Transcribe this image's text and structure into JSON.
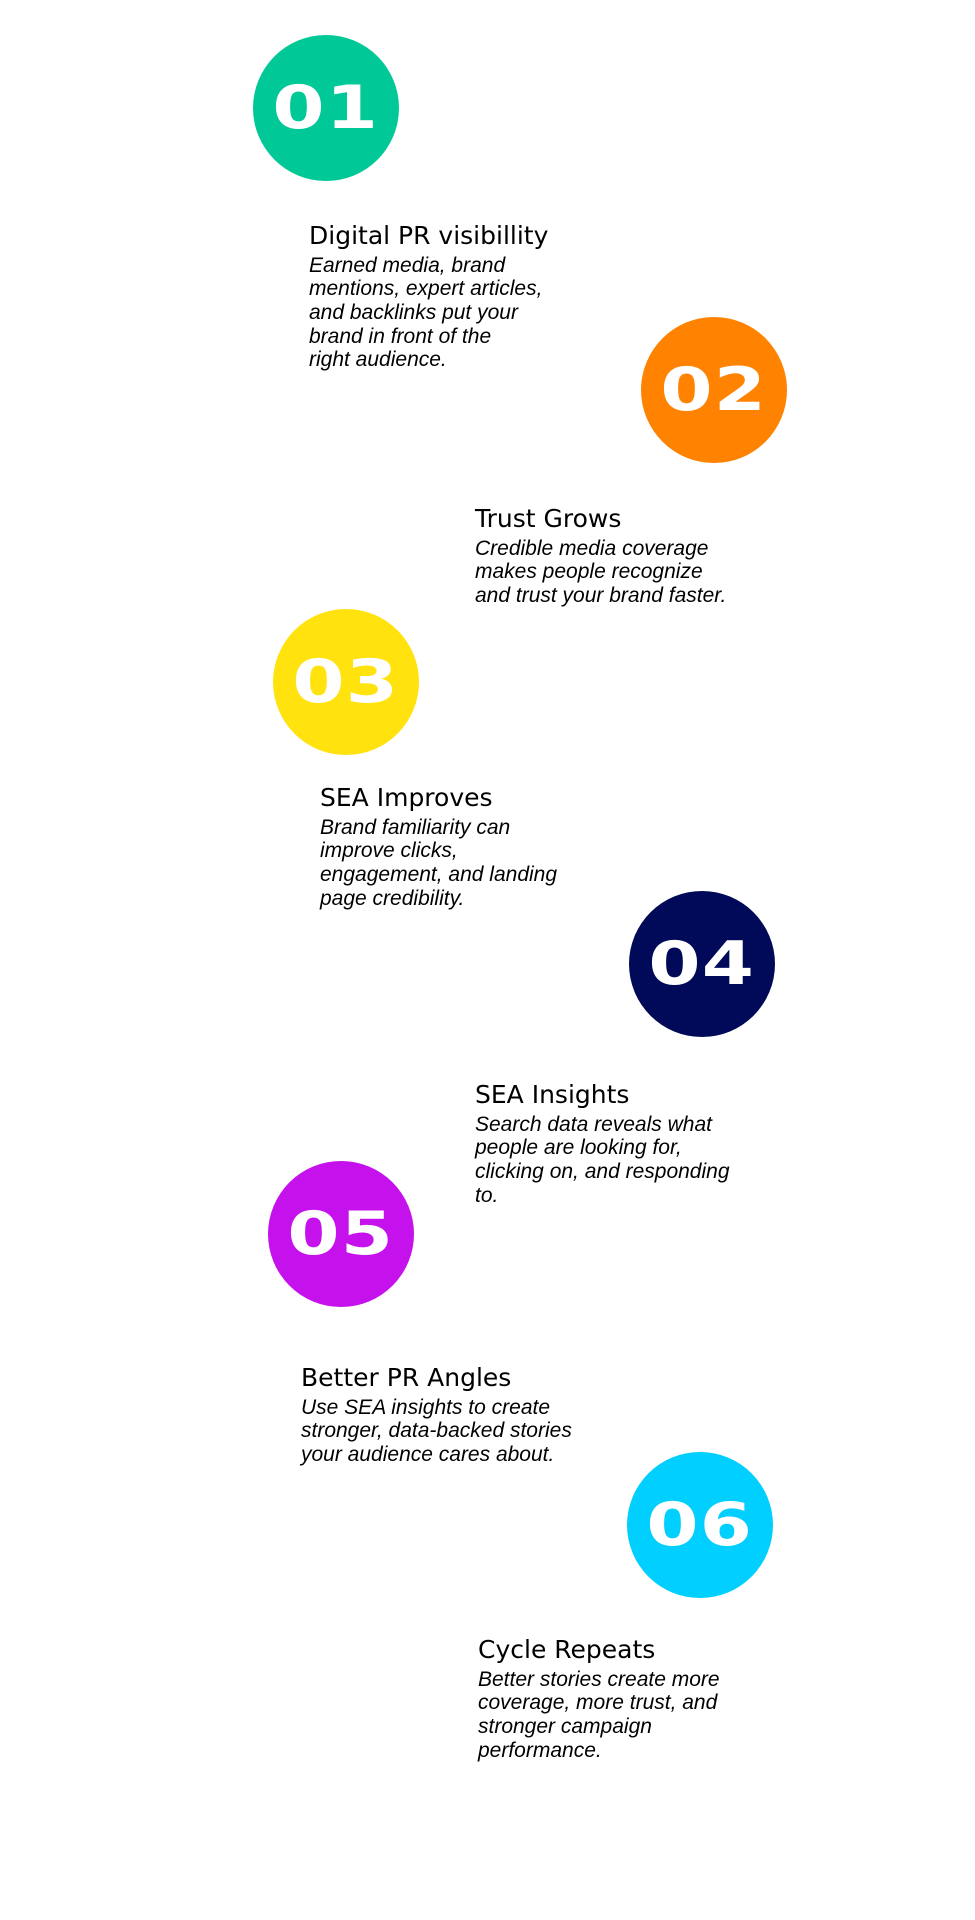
{
  "steps": [
    {
      "number": "01",
      "color": "#00C896",
      "title": "Digital PR visibillity",
      "description": "Earned media, brand\nmentions, expert articles,\nand backlinks put your\nbrand in front of the\nright audience."
    },
    {
      "number": "02",
      "color": "#FF8200",
      "title": "Trust Grows",
      "description": "Credible media coverage\nmakes people recognize\nand trust your brand faster."
    },
    {
      "number": "03",
      "color": "#FFE20E",
      "title": "SEA Improves",
      "description": "Brand familiarity can\nimprove clicks,\nengagement, and landing\npage credibility."
    },
    {
      "number": "04",
      "color": "#000A58",
      "title": "SEA Insights",
      "description": "Search data reveals what\npeople are looking for,\nclicking on, and responding\nto."
    },
    {
      "number": "05",
      "color": "#C511EC",
      "title": "Better PR Angles",
      "description": "Use SEA insights to create\nstronger, data-backed stories\nyour audience cares about."
    },
    {
      "number": "06",
      "color": "#00CFFF",
      "title": "Cycle Repeats",
      "description": "Better stories create more\ncoverage, more trust, and\nstronger campaign\nperformance."
    }
  ]
}
